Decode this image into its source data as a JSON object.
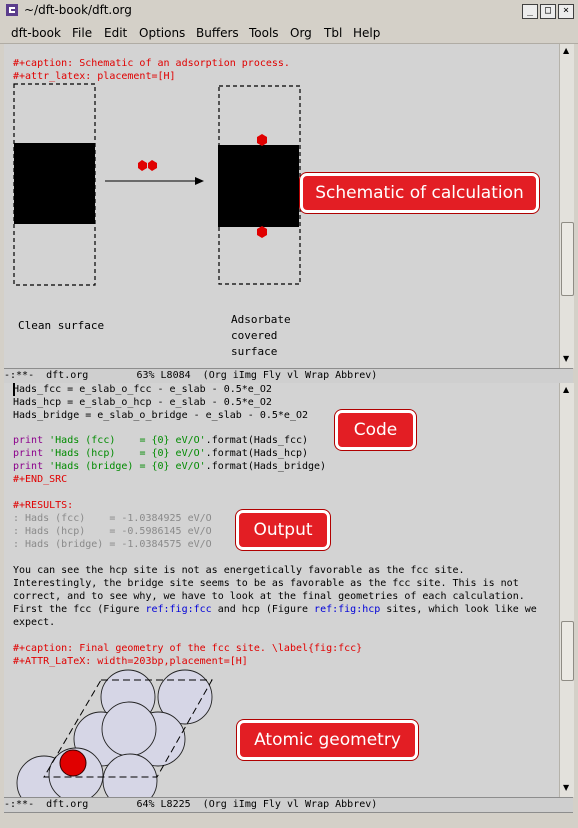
{
  "window": {
    "title": "~/dft-book/dft.org",
    "minimize_glyph": "_",
    "maximize_glyph": "□",
    "close_glyph": "×"
  },
  "menu": [
    "dft-book",
    "File",
    "Edit",
    "Options",
    "Buffers",
    "Tools",
    "Org",
    "Tbl",
    "Help"
  ],
  "top_pane": {
    "caption_line": "#+caption: Schematic of an adsorption process.",
    "attr_line": "#+attr_latex: placement=[H]",
    "label_clean": "Clean surface",
    "label_adsorbate": [
      "Adsorbate",
      "covered",
      "surface"
    ],
    "modeline": "-:**-  dft.org        63% L8084  (Org iImg Fly vl Wrap Abbrev)"
  },
  "bottom_pane": {
    "code_lines": [
      "Hads_fcc = e_slab_o_fcc - e_slab - 0.5*e_O2",
      "Hads_hcp = e_slab_o_hcp - e_slab - 0.5*e_O2",
      "Hads_bridge = e_slab_o_bridge - e_slab - 0.5*e_O2"
    ],
    "print_lines": [
      {
        "kw": "print",
        "str": " 'Hads (fcc)    = {0} eV/O'",
        "rest": ".format(Hads_fcc)"
      },
      {
        "kw": "print",
        "str": " 'Hads (hcp)    = {0} eV/O'",
        "rest": ".format(Hads_hcp)"
      },
      {
        "kw": "print",
        "str": " 'Hads (bridge) = {0} eV/O'",
        "rest": ".format(Hads_bridge)"
      }
    ],
    "end_src": "#+END_SRC",
    "results_label": "#+RESULTS:",
    "results_lines": [
      ": Hads (fcc)    = -1.0384925 eV/O",
      ": Hads (hcp)    = -0.5986145 eV/O",
      ": Hads (bridge) = -1.0384575 eV/O"
    ],
    "para_lines": [
      "You can see the hcp site is not as energetically favorable as the fcc site.",
      "Interestingly, the bridge site seems to be as favorable as the fcc site. This is not",
      "correct, and to see why, we have to look at the final geometries of each calculation."
    ],
    "para_line4_pre": "First the fcc (Figure ",
    "para_line4_link1": "ref:fig:fcc",
    "para_line4_mid": " and hcp (Figure ",
    "para_line4_link2": "ref:fig:hcp",
    "para_line4_post": " sites, which look like we",
    "para_line5": "expect.",
    "caption2_line": "#+caption: Final geometry of the fcc site. \\label{fig:fcc}",
    "attr2_line": "#+ATTR_LaTeX: width=203bp,placement=[H]",
    "modeline": "-:**-  dft.org        64% L8225  (Org iImg Fly vl Wrap Abbrev)"
  },
  "callouts": {
    "schematic": "Schematic of calculation",
    "code": "Code",
    "output": "Output",
    "atomic": "Atomic geometry"
  },
  "colors": {
    "org_meta": "#e00000",
    "string": "#008b00",
    "results": "#8a8a8a",
    "link": "#0000d8",
    "keyword": "#8b008b",
    "callout": "#e31e24",
    "adsorbate_atom": "#e00000",
    "slab": "#000000",
    "atom_fill": "#d6d6e6"
  }
}
